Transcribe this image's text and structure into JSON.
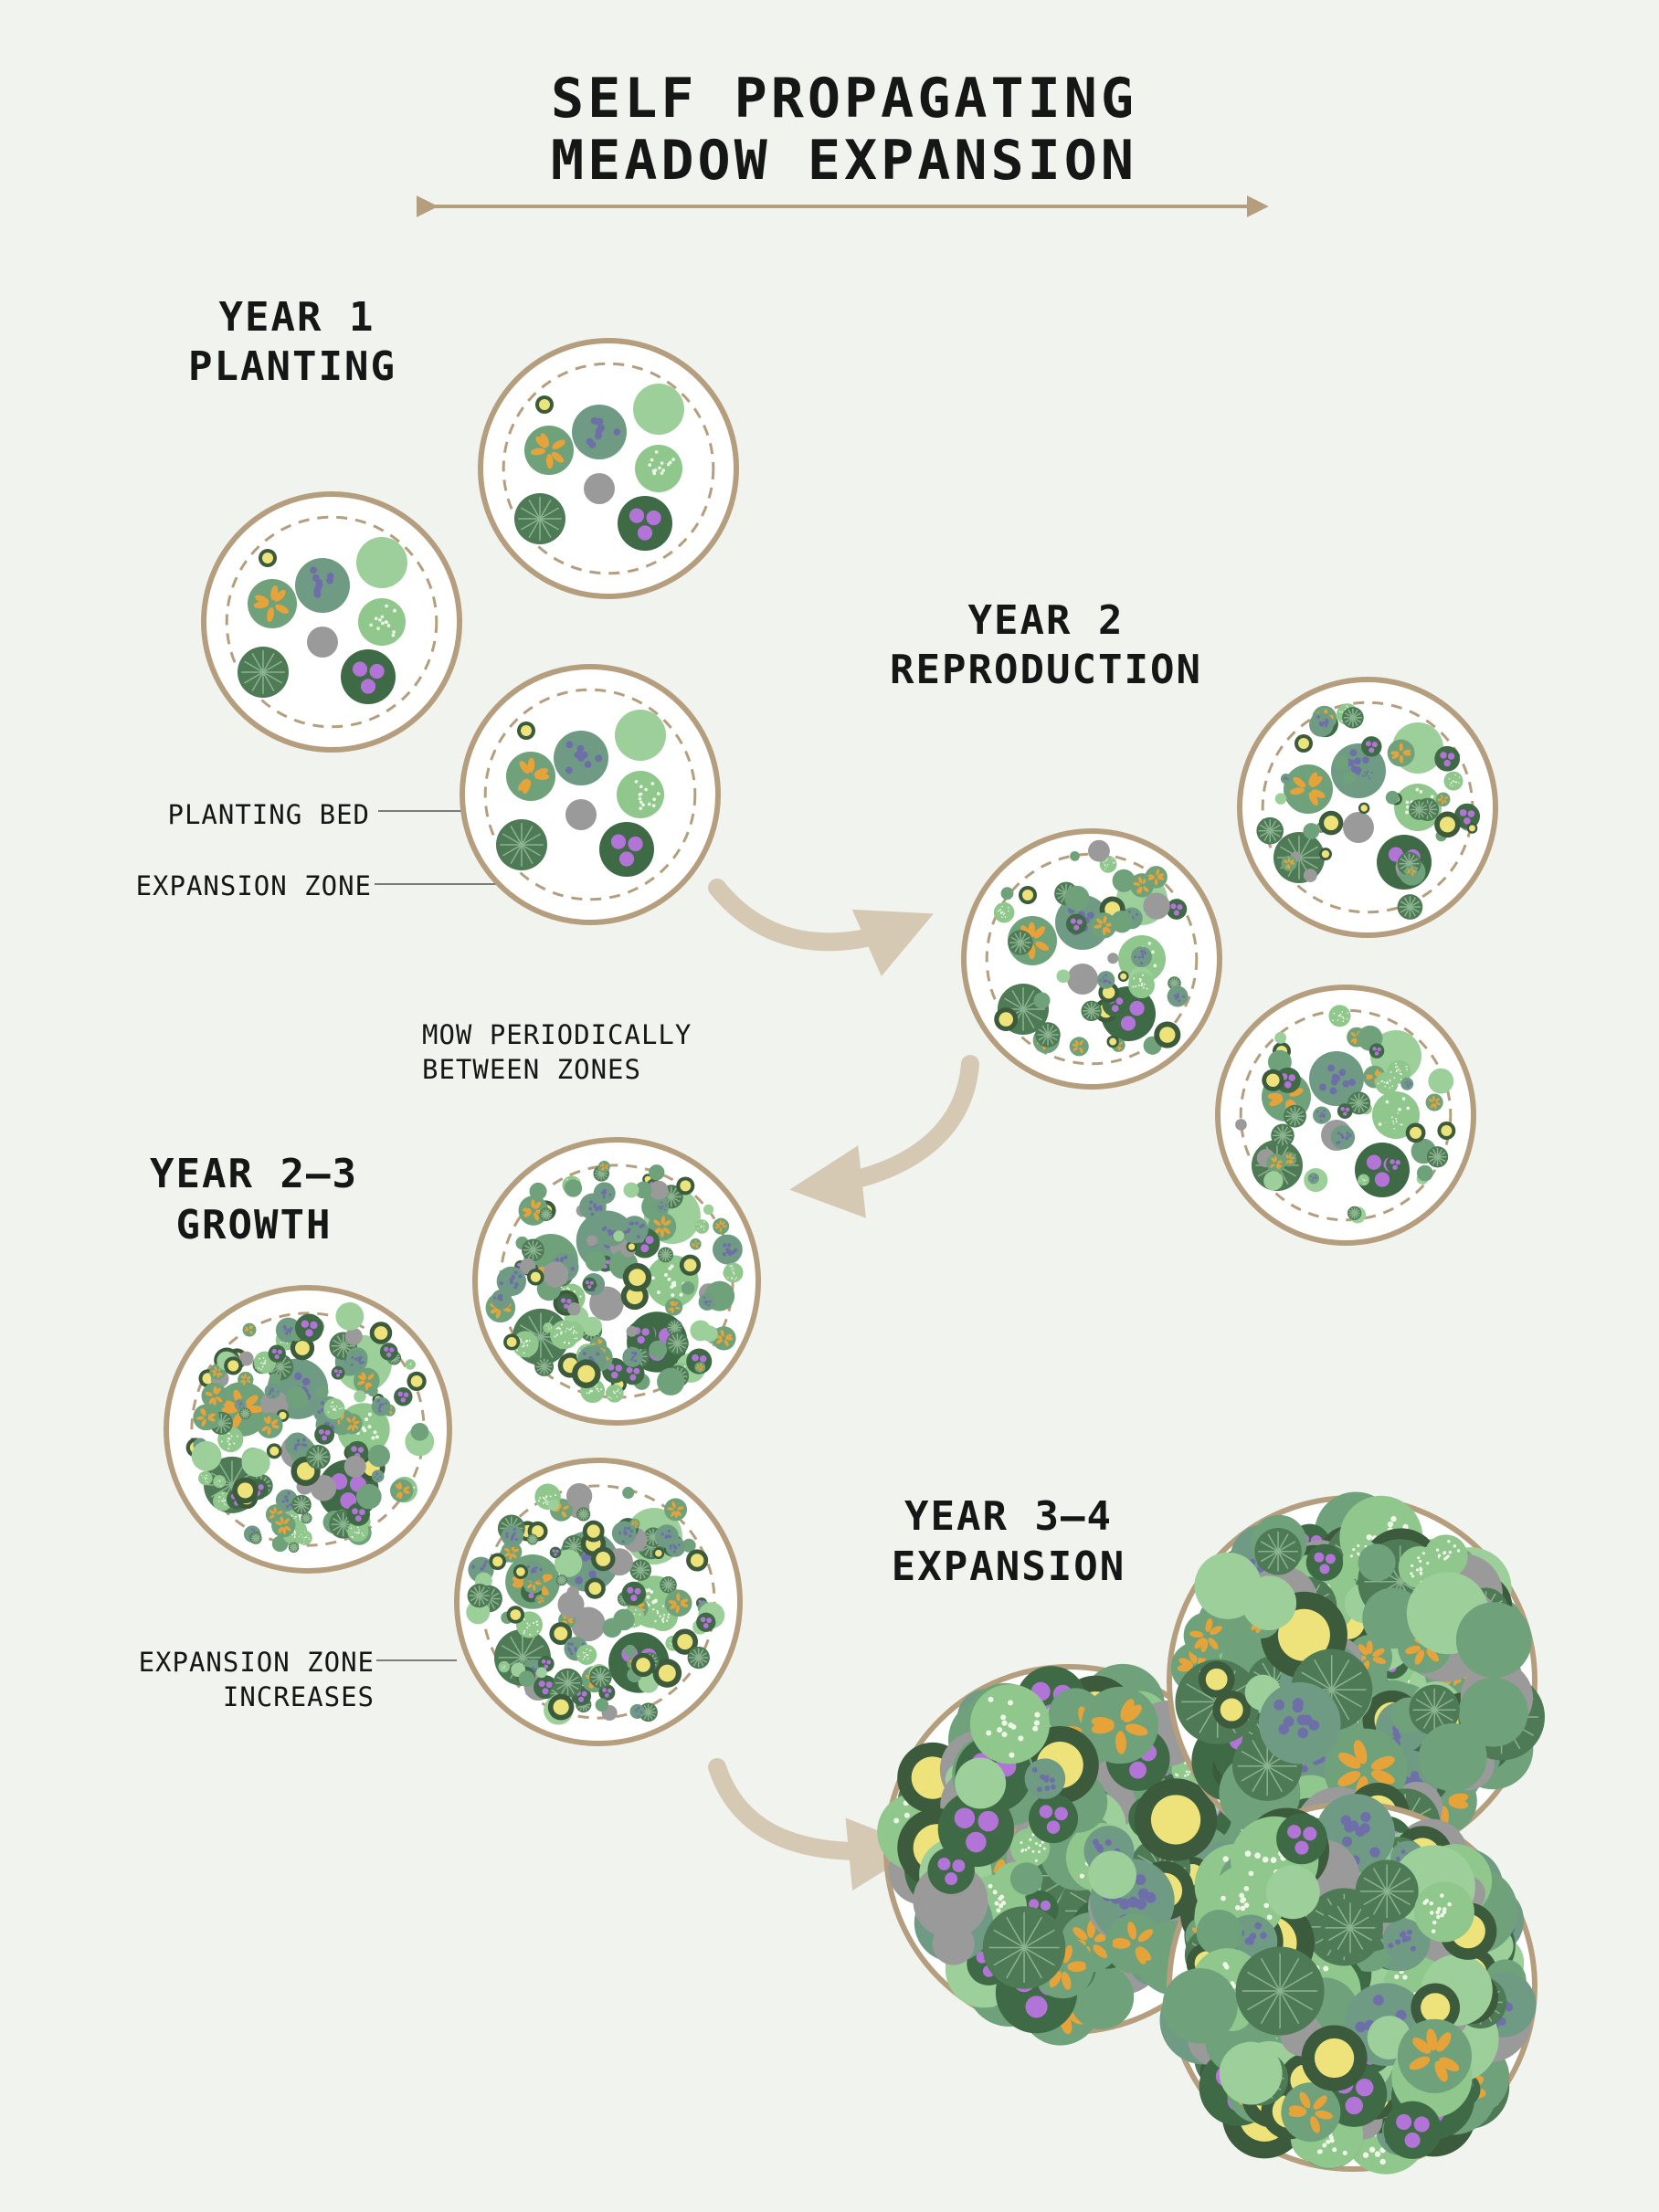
{
  "title": {
    "line1": "SELF PROPAGATING",
    "line2": "MEADOW EXPANSION"
  },
  "stages": [
    {
      "line1": "YEAR 1",
      "line2": "PLANTING"
    },
    {
      "line1": "YEAR 2",
      "line2": "REPRODUCTION"
    },
    {
      "line1": "YEAR 2–3",
      "line2": "GROWTH"
    },
    {
      "line1": "YEAR 3–4",
      "line2": "EXPANSION"
    }
  ],
  "callouts": {
    "planting_bed": "PLANTING BED",
    "expansion_zone": "EXPANSION ZONE",
    "mow_line1": "MOW PERIODICALLY",
    "mow_line2": "BETWEEN ZONES",
    "increase_line1": "EXPANSION ZONE",
    "increase_line2": "INCREASES"
  },
  "colors": {
    "background": "#f1f3ef",
    "ring": "#b59e7e",
    "arrow": "#d6c9b4",
    "ink": "#161616",
    "leaf_dark": "#4e7a55",
    "leaf_mid": "#6fa27a",
    "leaf_light": "#9ccf9a",
    "orange": "#e6a33a",
    "yellow": "#ede37a",
    "blue": "#6e6ea8",
    "purple": "#b374d8",
    "grey": "#9a9a9a",
    "olive": "#8aa24a"
  }
}
